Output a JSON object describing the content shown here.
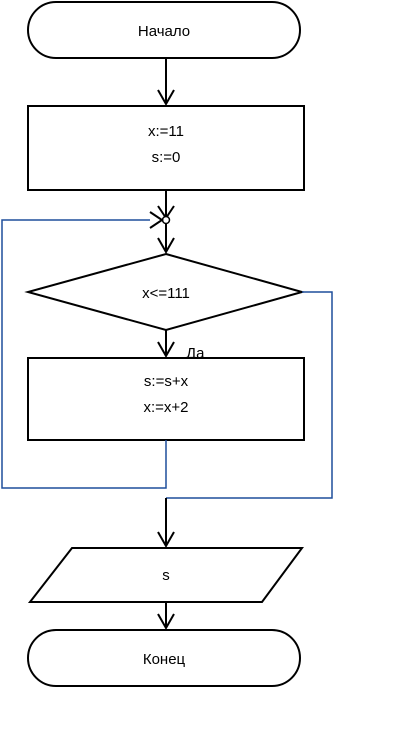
{
  "flowchart": {
    "start": {
      "label": "Начало"
    },
    "init": {
      "line1": "x:=11",
      "line2": "s:=0"
    },
    "condition": {
      "label": "x<=111",
      "yes_label": "Да"
    },
    "loop_body": {
      "line1": "s:=s+x",
      "line2": "x:=x+2"
    },
    "output": {
      "label": "s"
    },
    "end": {
      "label": "Конец"
    }
  },
  "colors": {
    "shape_stroke": "#000000",
    "loop_line": "#1f4e9c",
    "background": "#ffffff"
  }
}
